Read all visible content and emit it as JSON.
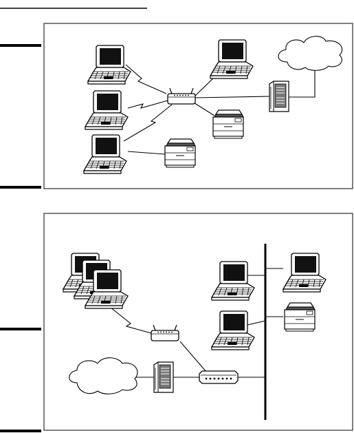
{
  "figures": [
    {
      "name": "wireless-network-figure",
      "nodes": [
        {
          "kind": "laptop",
          "name": "laptop-1"
        },
        {
          "kind": "laptop",
          "name": "laptop-2"
        },
        {
          "kind": "laptop",
          "name": "laptop-3"
        },
        {
          "kind": "laptop",
          "name": "laptop-4"
        },
        {
          "kind": "access-point",
          "name": "wireless-access-point"
        },
        {
          "kind": "server",
          "name": "server"
        },
        {
          "kind": "printer",
          "name": "printer-1"
        },
        {
          "kind": "printer",
          "name": "printer-2"
        },
        {
          "kind": "cloud",
          "name": "internet-cloud"
        }
      ]
    },
    {
      "name": "mixed-network-figure",
      "nodes": [
        {
          "kind": "laptop-stack",
          "name": "wireless-laptop-group"
        },
        {
          "kind": "access-point",
          "name": "wireless-access-point"
        },
        {
          "kind": "cloud",
          "name": "internet-cloud"
        },
        {
          "kind": "server",
          "name": "server"
        },
        {
          "kind": "hub",
          "name": "network-hub"
        },
        {
          "kind": "laptop",
          "name": "wired-laptop-1"
        },
        {
          "kind": "laptop",
          "name": "wired-laptop-2"
        },
        {
          "kind": "laptop",
          "name": "wired-laptop-3"
        },
        {
          "kind": "printer",
          "name": "network-printer"
        },
        {
          "kind": "backbone",
          "name": "ethernet-backbone"
        }
      ]
    }
  ],
  "icons": [
    "laptop-icon",
    "printer-icon",
    "server-icon",
    "access-point-icon",
    "hub-icon",
    "cloud-icon"
  ]
}
